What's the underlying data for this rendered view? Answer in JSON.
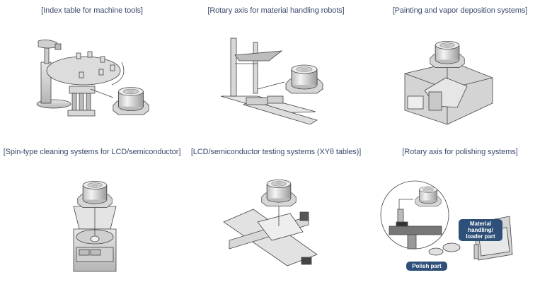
{
  "panels": [
    {
      "caption": "[Index table for machine tools]"
    },
    {
      "caption": "[Rotary axis for material handling robots]"
    },
    {
      "caption": "[Painting and vapor deposition systems]"
    },
    {
      "caption": "[Spin-type cleaning systems for LCD/semiconductor]"
    },
    {
      "caption": "[LCD/semiconductor testing systems (XYθ tables)]"
    },
    {
      "caption": "[Rotary axis for polishing systems]"
    }
  ],
  "polishing_labels": {
    "material_handling": "Material handling/ loader part",
    "polish": "Polish part"
  },
  "colors": {
    "caption_text": "#3b4a6b",
    "label_fill": "#2d4f78",
    "line": "#333333",
    "metal": "#d9d9d9"
  }
}
